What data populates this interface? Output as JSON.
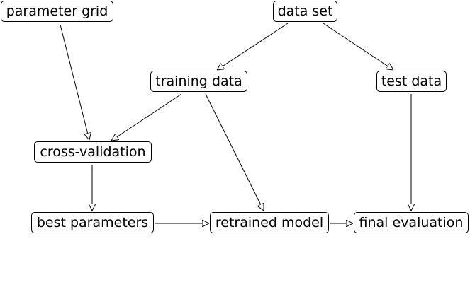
{
  "diagram": {
    "nodes": {
      "parameter_grid": "parameter grid",
      "data_set": "data set",
      "training_data": "training data",
      "test_data": "test data",
      "cross_validation": "cross-validation",
      "best_parameters": "best parameters",
      "retrained_model": "retrained model",
      "final_evaluation": "final evaluation"
    },
    "edges": [
      {
        "from": "data_set",
        "to": "training_data"
      },
      {
        "from": "data_set",
        "to": "test_data"
      },
      {
        "from": "parameter_grid",
        "to": "cross_validation"
      },
      {
        "from": "training_data",
        "to": "cross_validation"
      },
      {
        "from": "training_data",
        "to": "retrained_model"
      },
      {
        "from": "test_data",
        "to": "final_evaluation"
      },
      {
        "from": "cross_validation",
        "to": "best_parameters"
      },
      {
        "from": "best_parameters",
        "to": "retrained_model"
      },
      {
        "from": "retrained_model",
        "to": "final_evaluation"
      }
    ]
  }
}
